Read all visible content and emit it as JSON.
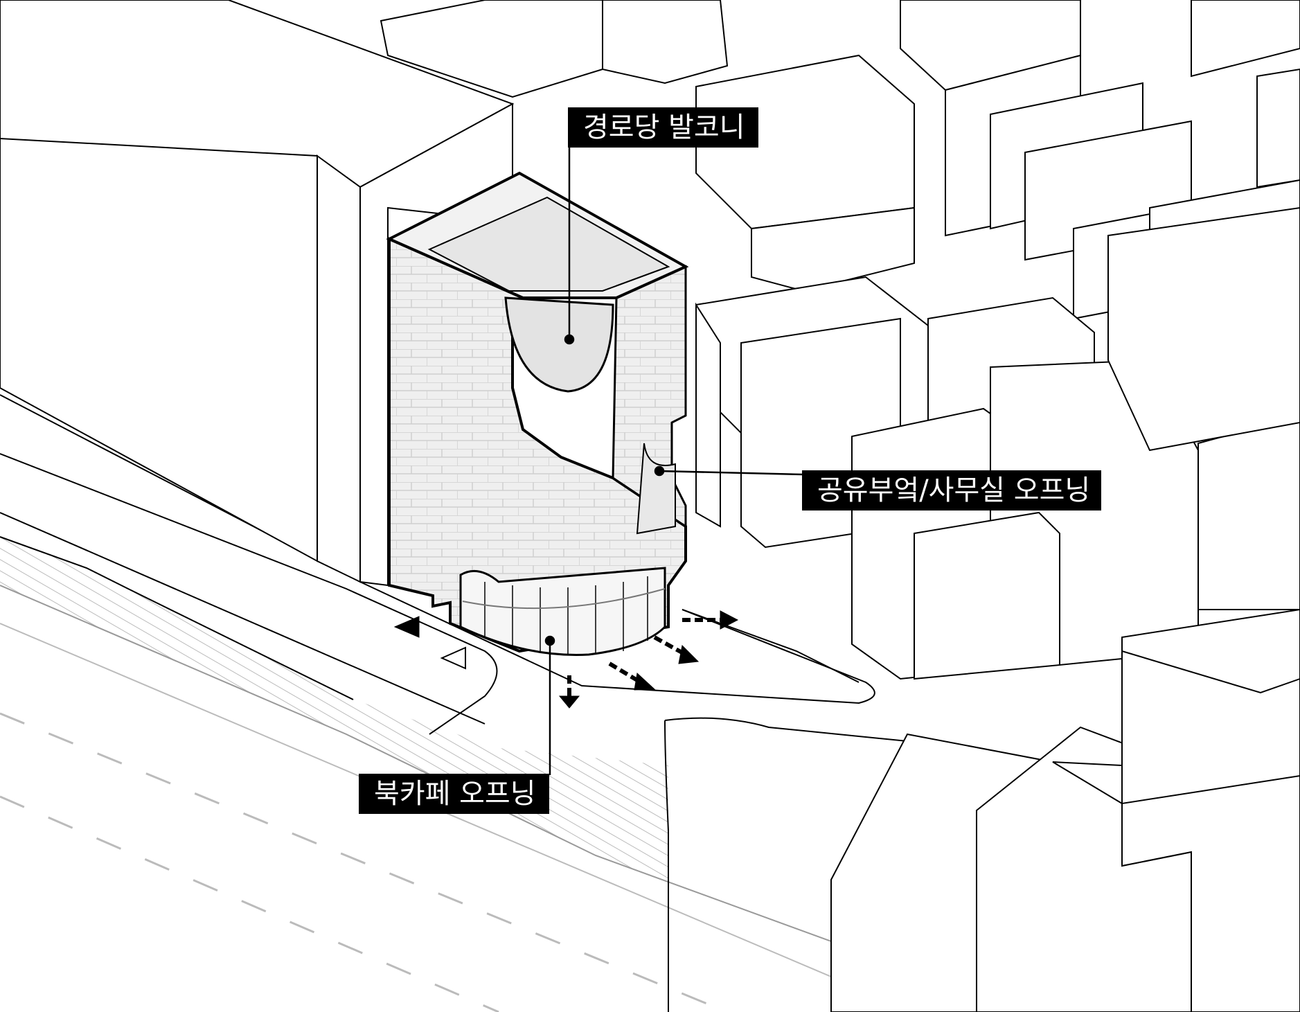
{
  "labels": {
    "balcony": "경로당 발코니",
    "office_opening": "공유부엌/사무실 오프닝",
    "cafe_opening": "북카페 오프닝"
  },
  "colors": {
    "ink": "#000000",
    "paper": "#ffffff",
    "building_fill": "#eeeeee",
    "road_hatch": "#bbbbbb"
  }
}
